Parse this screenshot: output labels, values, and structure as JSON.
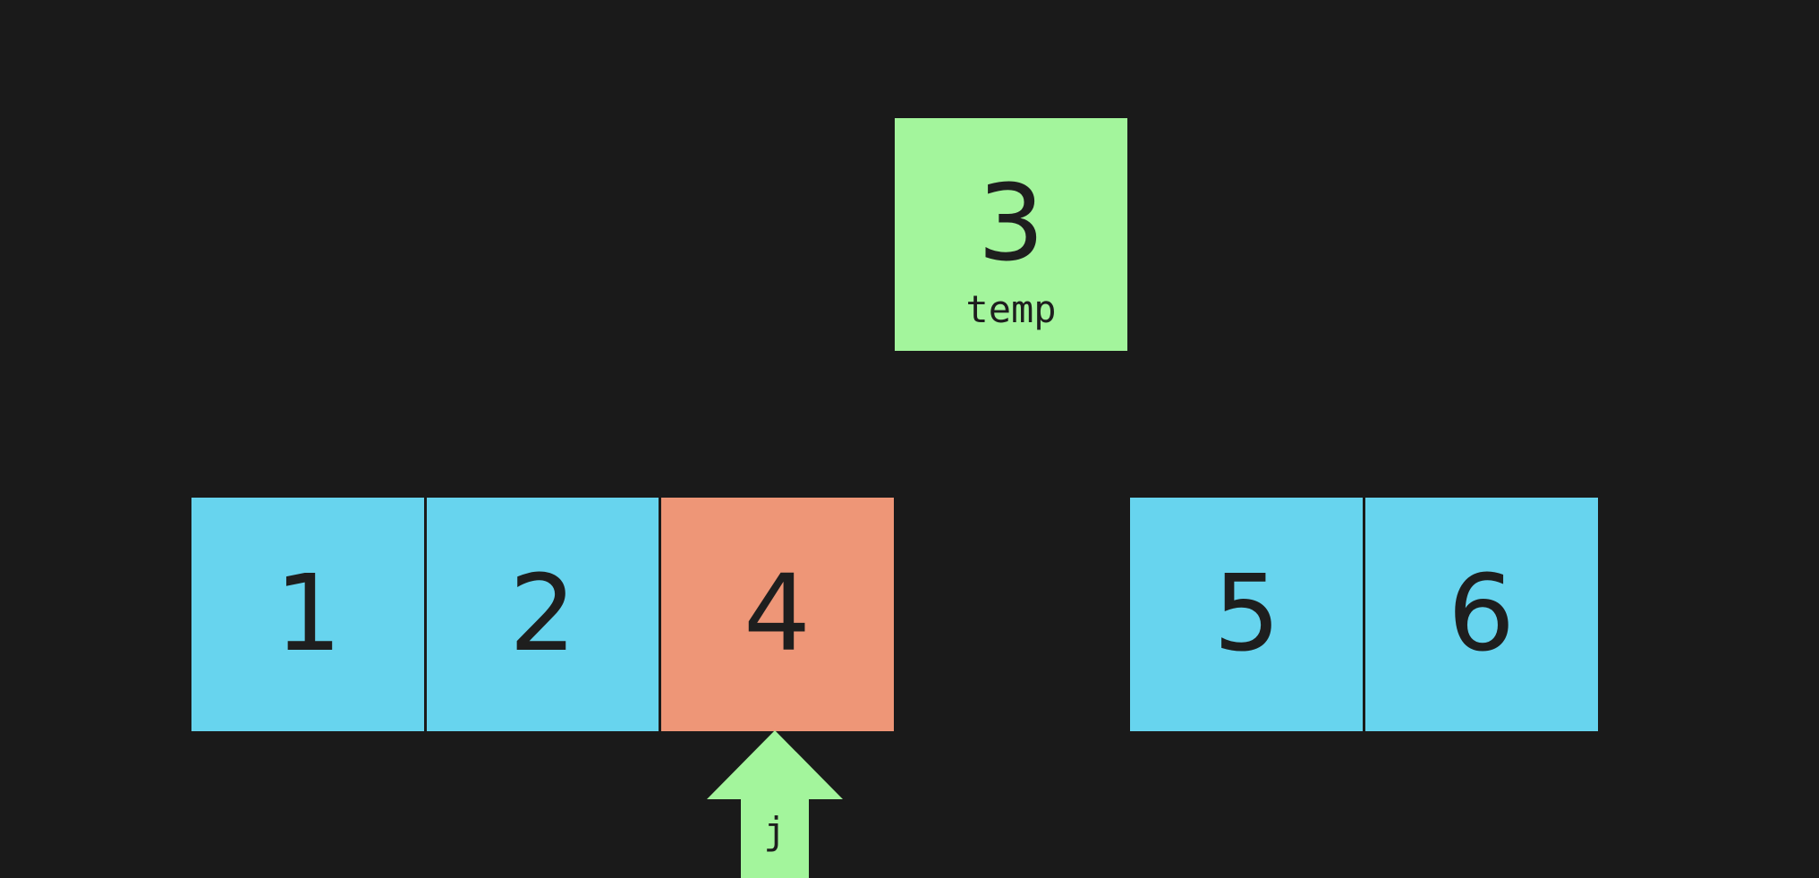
{
  "array": {
    "cells": [
      {
        "value": "1",
        "state": "sorted"
      },
      {
        "value": "2",
        "state": "sorted"
      },
      {
        "value": "4",
        "state": "compare"
      },
      {
        "value": "",
        "state": "empty"
      },
      {
        "value": "5",
        "state": "sorted"
      },
      {
        "value": "6",
        "state": "sorted"
      }
    ]
  },
  "temp": {
    "value": "3",
    "label": "temp"
  },
  "pointer": {
    "label": "j",
    "target_index": 2
  },
  "colors": {
    "background": "#1a1a1a",
    "sorted": "#67d4ee",
    "compare": "#ee9677",
    "highlight": "#a3f59c",
    "text": "#1e1e1e"
  }
}
